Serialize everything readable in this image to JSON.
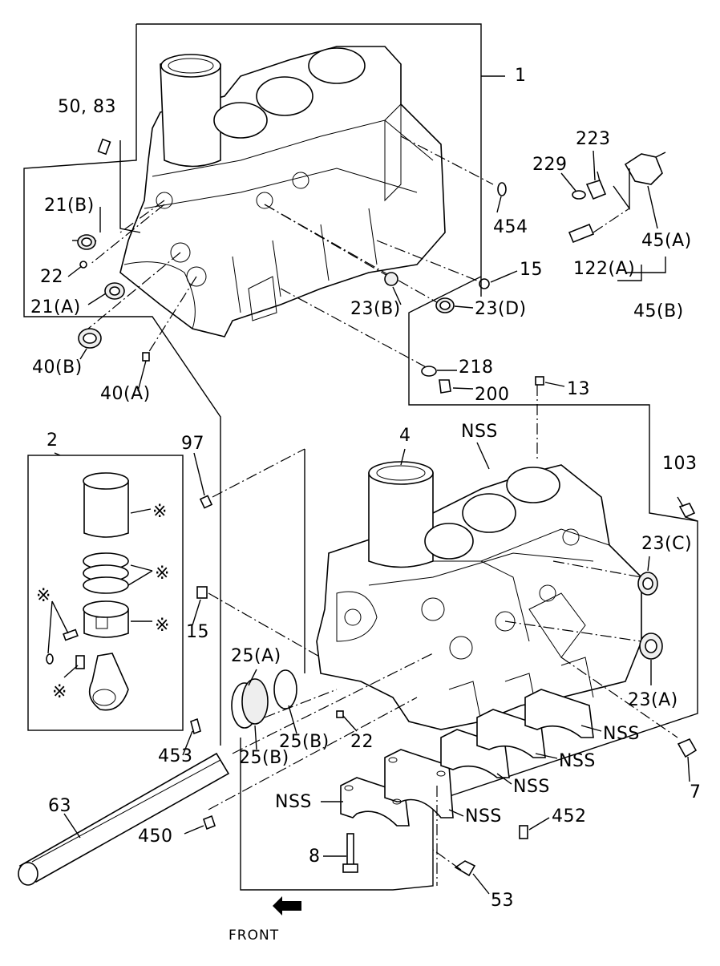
{
  "labels": {
    "l1": "1",
    "l50_83": "50, 83",
    "l21b": "21(B)",
    "l22_top": "22",
    "l21a": "21(A)",
    "l40b": "40(B)",
    "l40a": "40(A)",
    "l454": "454",
    "l15_top": "15",
    "l23b": "23(B)",
    "l23d": "23(D)",
    "l218": "218",
    "l200": "200",
    "l13": "13",
    "l223": "223",
    "l229": "229",
    "l45a": "45(A)",
    "l122a": "122(A)",
    "l45b": "45(B)",
    "l2": "2",
    "l97": "97",
    "l4": "4",
    "nss_top": "NSS",
    "l103": "103",
    "l23c": "23(C)",
    "l15_mid": "15",
    "l25a": "25(A)",
    "l25b1": "25(B)",
    "l25b2": "25(B)",
    "l22_bot": "22",
    "l453": "453",
    "l23a": "23(A)",
    "nss_1": "NSS",
    "nss_2": "NSS",
    "nss_3": "NSS",
    "nss_4": "NSS",
    "nss_5": "NSS",
    "l7": "7",
    "l63": "63",
    "l450": "450",
    "l452": "452",
    "l8": "8",
    "l53": "53",
    "front": "FRONT",
    "ast1": "※",
    "ast2": "※",
    "ast3": "※",
    "ast4": "※",
    "ast5": "※"
  },
  "icons": {
    "front_arrow": "arrow-icon"
  }
}
